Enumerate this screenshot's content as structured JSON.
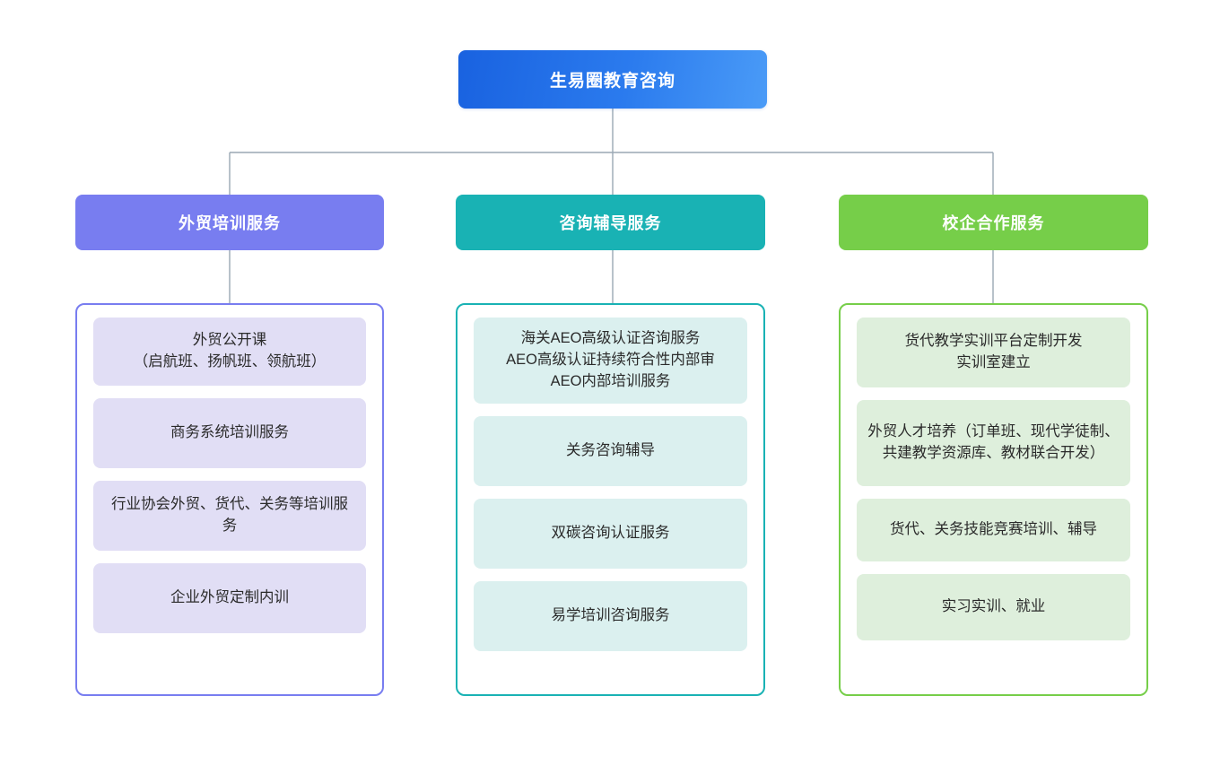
{
  "diagram": {
    "type": "organization-chart",
    "orientation": "top-down",
    "levels": 3,
    "root": {
      "label": "生易圈教育咨询",
      "color_start": "#1962E0",
      "color_end": "#4A9BF7",
      "text_color": "#FFFFFF"
    },
    "connector_color": "#9AA7B4",
    "branches": [
      {
        "id": "branch-training",
        "label": "外贸培训服务",
        "header_color": "#787DF0",
        "border_color": "#787DF0",
        "chip_color": "#E1DEF5",
        "text_color": "#FFFFFF",
        "items": [
          "外贸公开课\n（启航班、扬帆班、领航班）",
          "商务系统培训服务",
          "行业协会外贸、货代、关务等培训服务",
          "企业外贸定制内训"
        ]
      },
      {
        "id": "branch-consulting",
        "label": "咨询辅导服务",
        "header_color": "#19B2B4",
        "border_color": "#19B2B4",
        "chip_color": "#DBF0EF",
        "text_color": "#FFFFFF",
        "items": [
          "海关AEO高级认证咨询服务\nAEO高级认证持续符合性内部审\nAEO内部培训服务",
          "关务咨询辅导",
          "双碳咨询认证服务",
          "易学培训咨询服务"
        ]
      },
      {
        "id": "branch-school-enterprise",
        "label": "校企合作服务",
        "header_color": "#76CE49",
        "border_color": "#76CE49",
        "chip_color": "#DEEFDC",
        "text_color": "#FFFFFF",
        "items": [
          "货代教学实训平台定制开发\n实训室建立",
          "外贸人才培养（订单班、现代学徒制、共建教学资源库、教材联合开发）",
          "货代、关务技能竞赛培训、辅导",
          "实习实训、就业"
        ]
      }
    ]
  }
}
